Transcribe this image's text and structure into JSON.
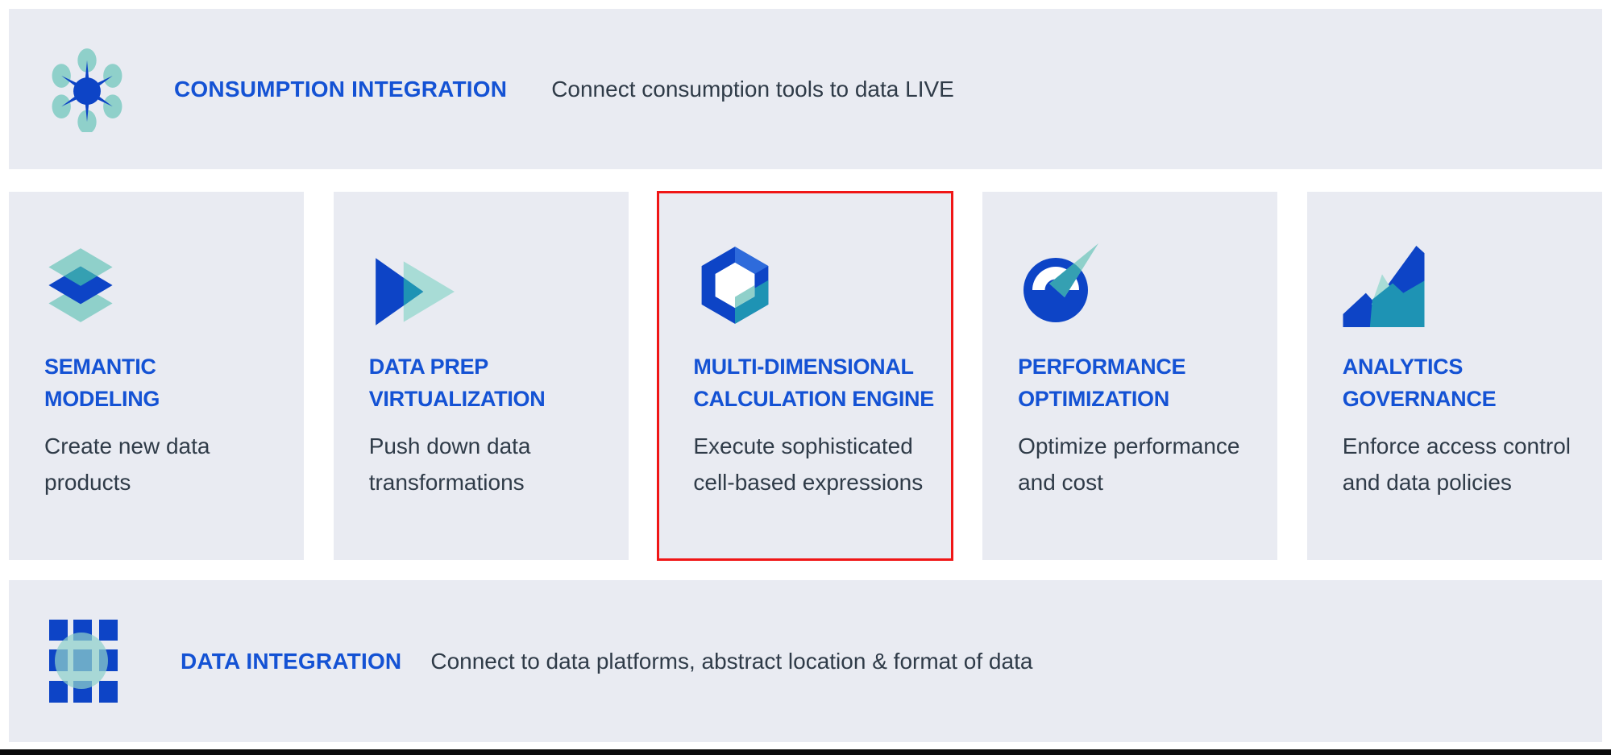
{
  "colors": {
    "accent_blue": "#1452d4",
    "icon_blue": "#0d44c6",
    "blue_light": "#2e6bdb",
    "teal": "#1e93b4",
    "teal_mid": "#35a0b2",
    "light_teal": "#8fd0ca",
    "pale_teal": "#a8dcd6",
    "panel_bg": "#e9ebf2",
    "body_text": "#2f3b48",
    "highlight_red": "#f01616",
    "bottom_bar": "#0a0a0b",
    "background": "#ffffff"
  },
  "top_banner": {
    "title": "CONSUMPTION INTEGRATION",
    "subtitle": "Connect consumption tools to data LIVE",
    "icon": "molecule-icon"
  },
  "cards": [
    {
      "title": "SEMANTIC MODELING",
      "title_lines": [
        "SEMANTIC",
        "MODELING"
      ],
      "description": "Create new data products",
      "description_lines": [
        "Create new data",
        "products"
      ],
      "icon": "layers-icon",
      "highlighted": false
    },
    {
      "title": "DATA PREP VIRTUALIZATION",
      "title_lines": [
        "DATA PREP",
        "VIRTUALIZATION"
      ],
      "description": "Push down data transformations",
      "description_lines": [
        "Push down data",
        "transformations"
      ],
      "icon": "fast-forward-icon",
      "highlighted": false
    },
    {
      "title": "MULTI-DIMENSIONAL CALCULATION ENGINE",
      "title_lines": [
        "MULTI-DIMENSIONAL",
        "CALCULATION ENGINE"
      ],
      "description": "Execute sophisticated cell-based expressions",
      "description_lines": [
        "Execute sophisticated",
        "cell-based expressions"
      ],
      "icon": "cube-icon",
      "highlighted": true
    },
    {
      "title": "PERFORMANCE OPTIMIZATION",
      "title_lines": [
        "PERFORMANCE",
        "OPTIMIZATION"
      ],
      "description": "Optimize performance and cost",
      "description_lines": [
        "Optimize performance",
        "and cost"
      ],
      "icon": "gauge-icon",
      "highlighted": false
    },
    {
      "title": "ANALYTICS GOVERNANCE",
      "title_lines": [
        "ANALYTICS",
        "GOVERNANCE"
      ],
      "description": "Enforce access control and data policies",
      "description_lines": [
        "Enforce access control",
        "and data policies"
      ],
      "icon": "area-chart-icon",
      "highlighted": false
    }
  ],
  "bottom_banner": {
    "title": "DATA INTEGRATION",
    "subtitle": "Connect to data platforms, abstract location & format of data",
    "icon": "grid-icon"
  }
}
